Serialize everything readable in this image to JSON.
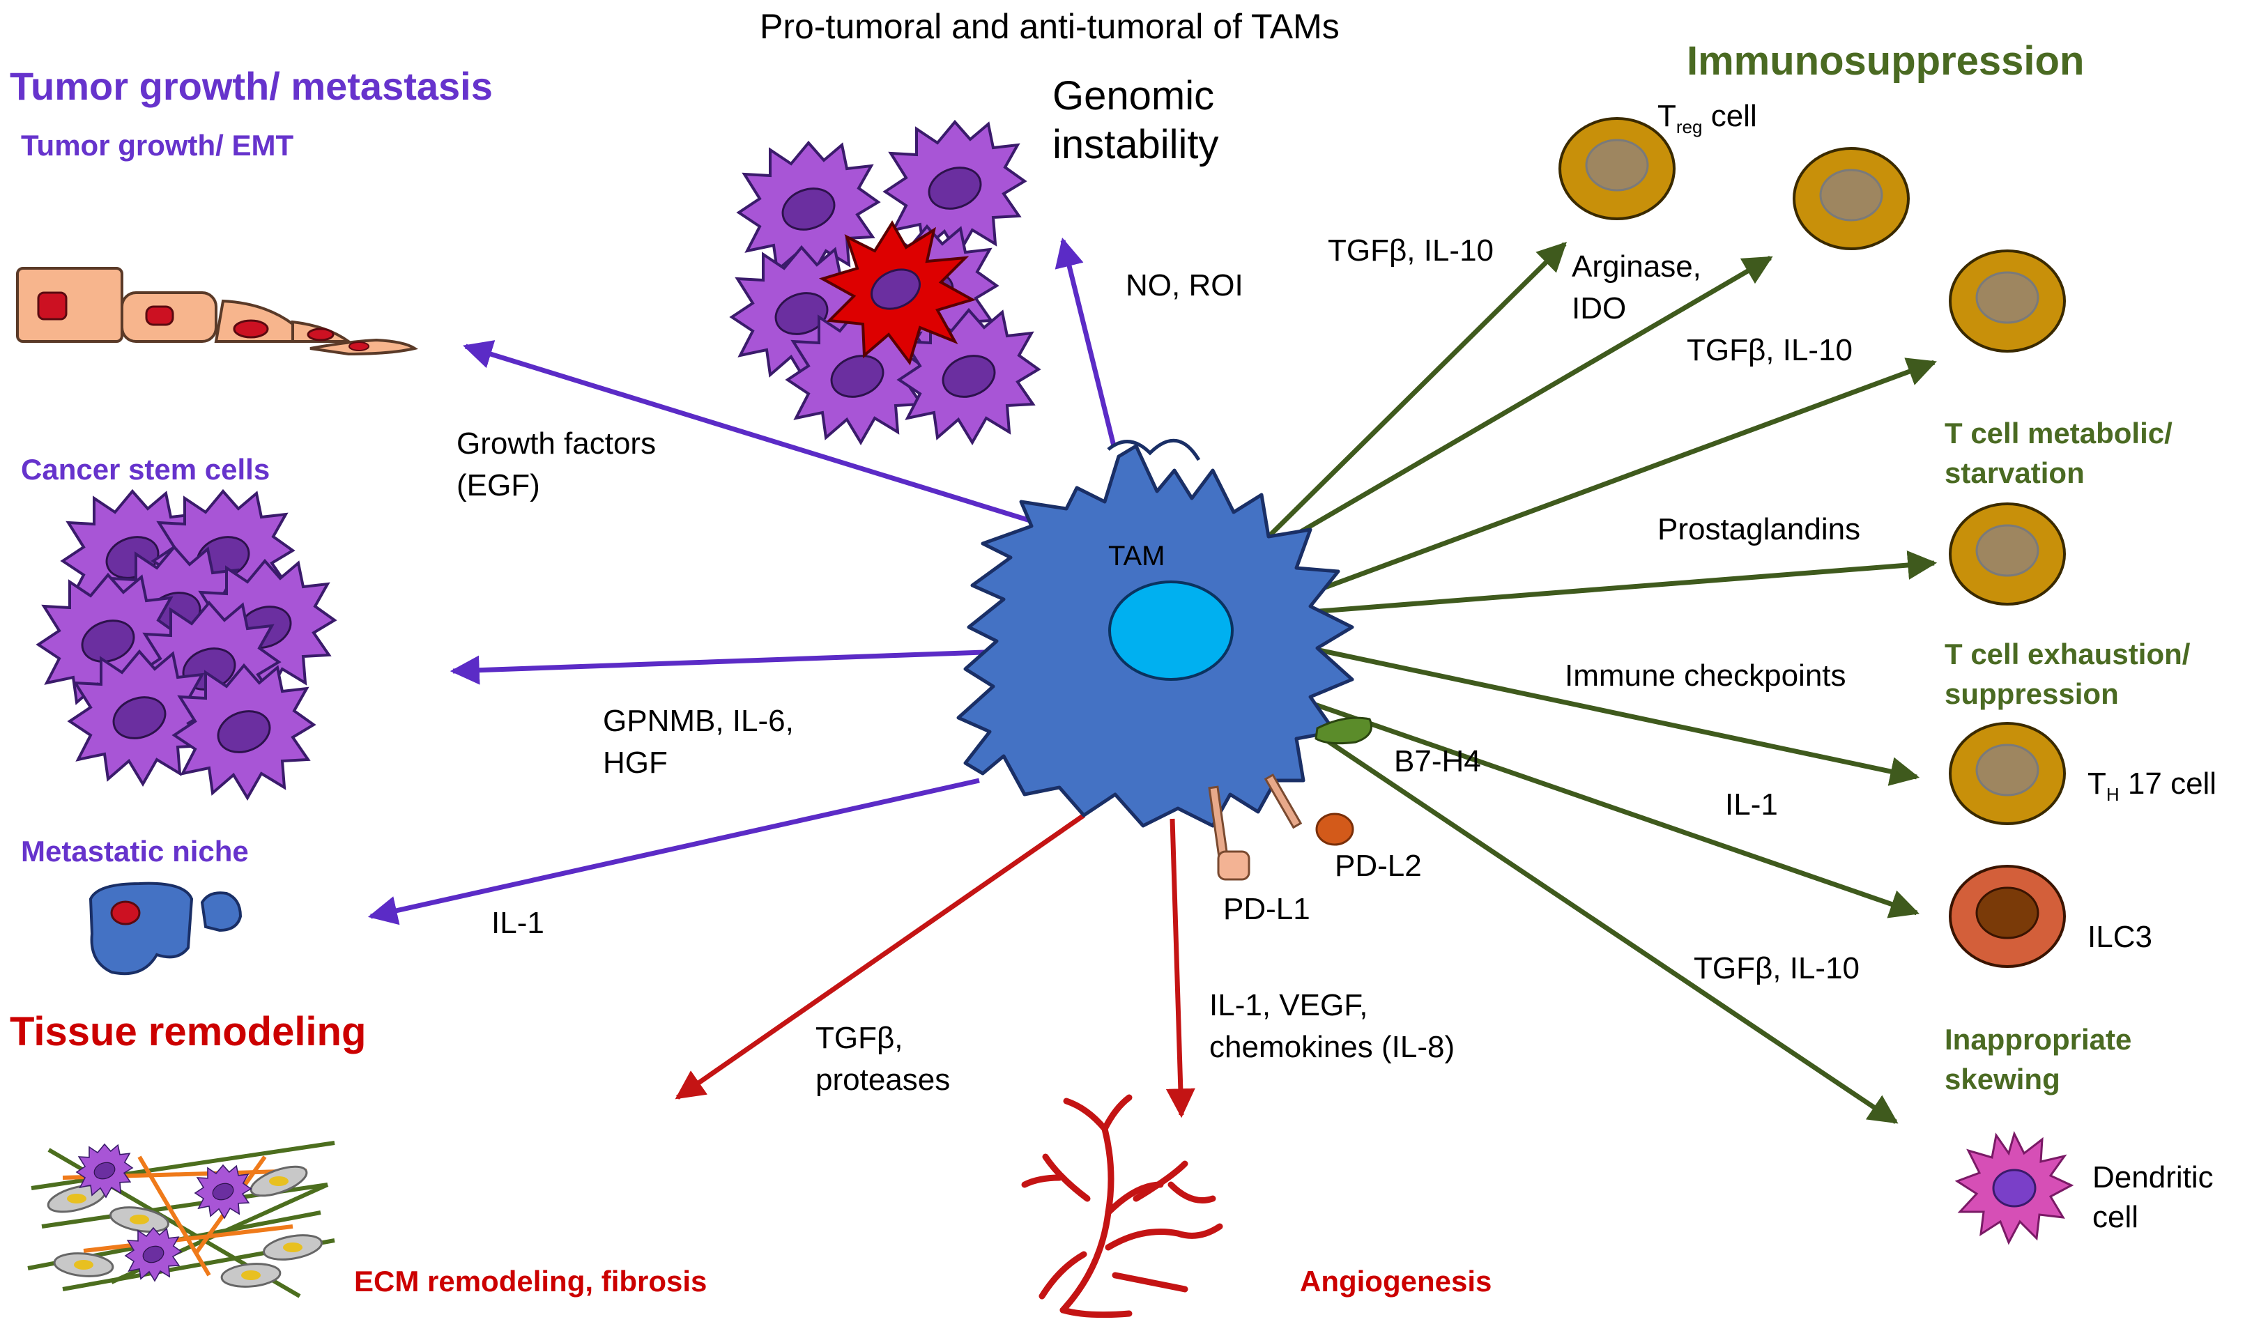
{
  "title": "Pro-tumoral and anti-tumoral of TAMs",
  "colors": {
    "purple_arrow": "#5b2bc6",
    "green_arrow": "#3f5a1d",
    "red_arrow": "#c41414",
    "tam_body": "#4472c4",
    "tam_nucleus": "#00b0f0",
    "t_cell": "#c8900a",
    "ilc3": "#d35f3a",
    "dendritic": "#d64fb6",
    "cancer_cell": "#a855d6"
  },
  "center": {
    "label": "TAM"
  },
  "left": {
    "heading": "Tumor growth/ metastasis",
    "tumor_growth": "Tumor growth/ EMT",
    "cancer_stem": "Cancer stem cells",
    "metastatic": "Metastatic niche",
    "tissue_heading": "Tissue remodeling",
    "ecm": "ECM remodeling, fibrosis",
    "angiogenesis": "Angiogenesis"
  },
  "top": {
    "genomic_line1": "Genomic",
    "genomic_line2": "instability",
    "no_roi": "NO, ROI"
  },
  "right": {
    "heading": "Immunosuppression",
    "treg_T": "T",
    "treg_sub": "reg",
    "treg_rest": " cell",
    "metabolic_line1": "T cell metabolic/",
    "metabolic_line2": "starvation",
    "exhaustion_line1": "T cell exhaustion/",
    "exhaustion_line2": "suppression",
    "th_T": "T",
    "th_sub": "H",
    "th_rest": " 17 cell",
    "ilc3": "ILC3",
    "skewing_line1": "Inappropriate",
    "skewing_line2": "skewing",
    "dendritic_line1": "Dendritic",
    "dendritic_line2": "cell"
  },
  "mediators": {
    "growth_factors_line1": "Growth factors",
    "growth_factors_line2": "(EGF)",
    "gpnmb_line1": "GPNMB, IL-6,",
    "gpnmb_line2": "HGF",
    "il1_left": "IL-1",
    "tgfb_proteases_line1": "TGFβ,",
    "tgfb_proteases_line2": "proteases",
    "il1_vegf_line1": "IL-1, VEGF,",
    "il1_vegf_line2": "chemokines (IL-8)",
    "pdl1": "PD-L1",
    "pdl2": "PD-L2",
    "b7h4": "B7-H4",
    "tgfb_il10_a": "TGFβ, IL-10",
    "arginase_line1": "Arginase,",
    "arginase_line2": "IDO",
    "tgfb_il10_b": "TGFβ, IL-10",
    "prostaglandins": "Prostaglandins",
    "immune_checkpoints": "Immune checkpoints",
    "il1_right": "IL-1",
    "tgfb_il10_c": "TGFβ, IL-10"
  }
}
